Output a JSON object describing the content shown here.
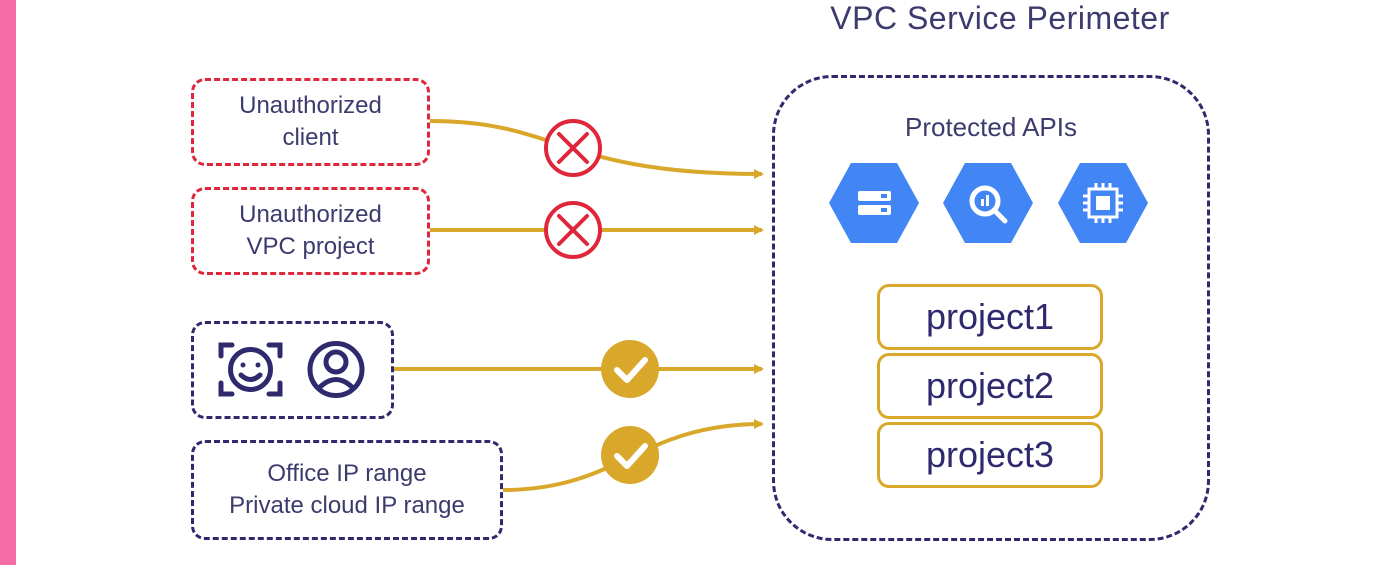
{
  "diagram": {
    "title": "VPC Service Perimeter",
    "protected_apis_label": "Protected APIs",
    "api_icons": [
      "storage-icon",
      "bigquery-icon",
      "compute-engine-icon"
    ],
    "projects": [
      "project1",
      "project2",
      "project3"
    ],
    "sources": [
      {
        "label": "Unauthorized\nclient",
        "status": "blocked"
      },
      {
        "label": "Unauthorized\nVPC project",
        "status": "blocked"
      },
      {
        "label": "",
        "status": "allowed",
        "icons": [
          "face-id-icon",
          "user-icon"
        ]
      },
      {
        "label": "Office IP range\nPrivate cloud IP range",
        "status": "allowed"
      }
    ],
    "colors": {
      "blocked": "#e0263a",
      "allowed": "#d9a82b",
      "perimeter": "#2f2a6e",
      "api_hexagon": "#4285f4",
      "accent_bar": "#f46ea5"
    }
  }
}
